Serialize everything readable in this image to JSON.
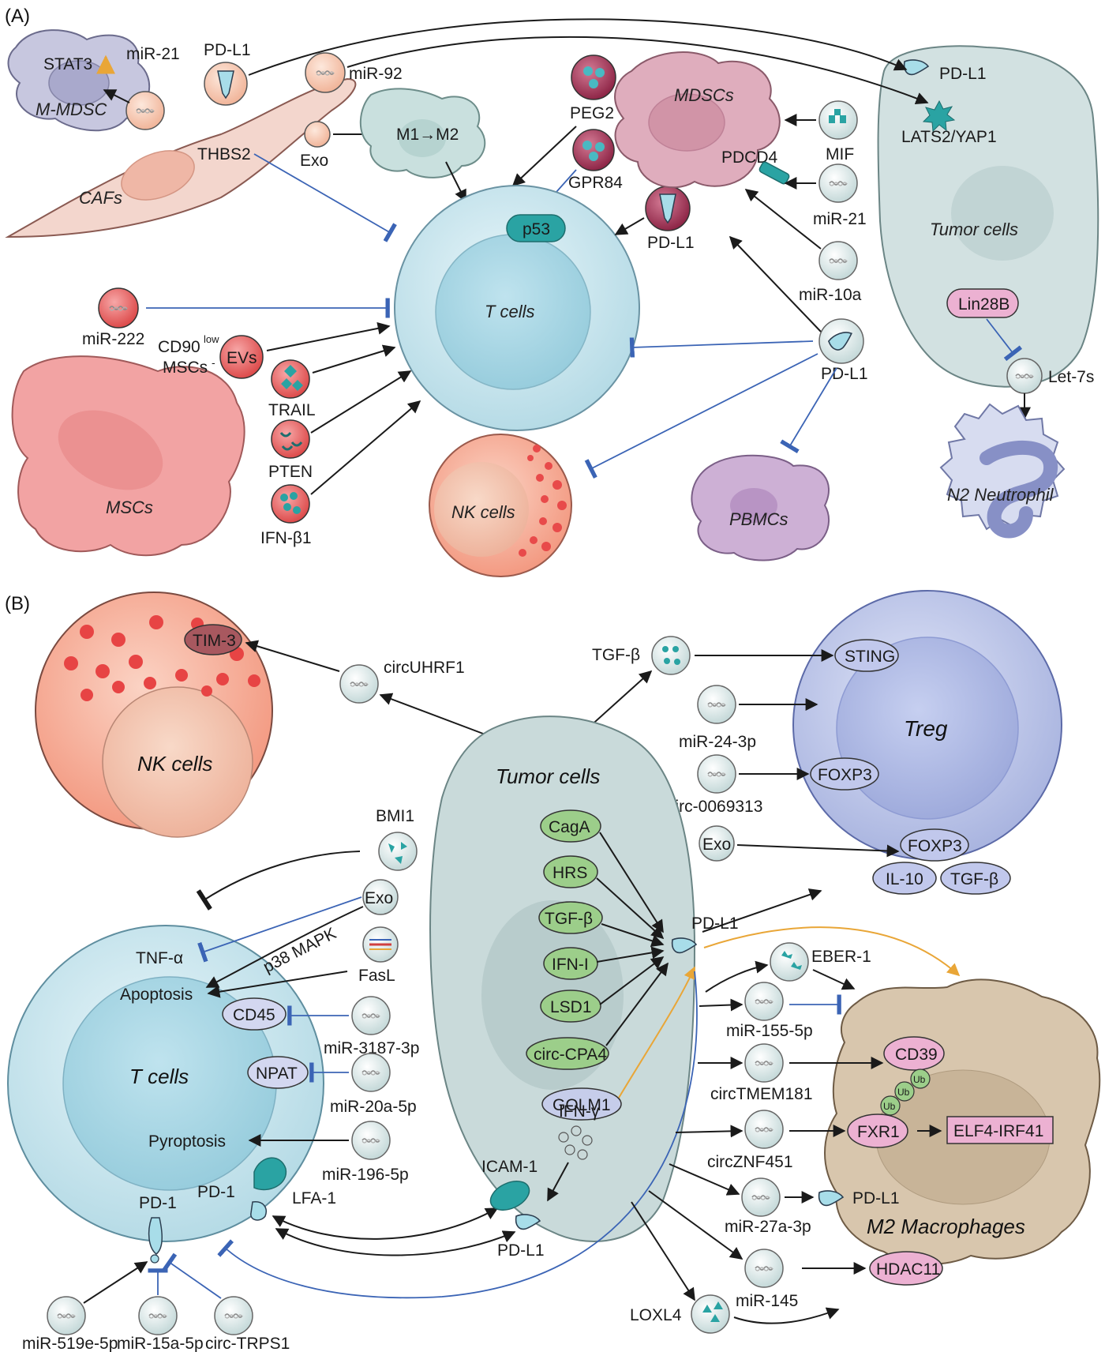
{
  "panels": {
    "a": "(A)",
    "b": "(B)"
  },
  "a": {
    "cells": {
      "mmdsc": "M-MDSC",
      "cafs": "CAFs",
      "mdscs": "MDSCs",
      "tumor": "Tumor cells",
      "tcells": "T cells",
      "mscs": "MSCs",
      "nk": "NK cells",
      "pbmcs": "PBMCs",
      "n2": "N2 Neutrophil"
    },
    "labels": {
      "stat3": "STAT3",
      "mir21_top": "miR-21",
      "pdl1_caf": "PD-L1",
      "mir92": "miR-92",
      "thbs2": "THBS2",
      "exo": "Exo",
      "m1m2": "M1→M2",
      "peg2": "PEG2",
      "gpr84": "GPR84",
      "p53": "p53",
      "pdl1_mid": "PD-L1",
      "pdl1_tumor": "PD-L1",
      "lats2": "LATS2/YAP1",
      "pdcd4": "PDCD4",
      "mif": "MIF",
      "mir21_mdsc": "miR-21",
      "mir10a": "miR-10a",
      "lin28b": "Lin28B",
      "let7s": "Let-7s",
      "pdl1_right": "PD-L1",
      "mir222": "miR-222",
      "cd90": "CD90",
      "cd90_sup": "low",
      "mscs_label": "MSCs",
      "mscs_sup": "-",
      "evs": "EVs",
      "trail": "TRAIL",
      "pten": "PTEN",
      "ifnb1": "IFN-β1"
    }
  },
  "b": {
    "cells": {
      "nk": "NK cells",
      "tumor": "Tumor cells",
      "treg": "Treg",
      "tcells": "T cells",
      "m2": "M2 Macrophages"
    },
    "labels": {
      "tim3": "TIM-3",
      "circuhrf1": "circUHRF1",
      "tgfb_top": "TGF-β",
      "sting": "STING",
      "mir24": "miR-24-3p",
      "circ0069313": "circ-0069313",
      "foxp3_a": "FOXP3",
      "exo_treg": "Exo",
      "foxp3_b": "FOXP3",
      "il10": "IL-10",
      "tgfb_treg": "TGF-β",
      "bmi1": "BMI1",
      "exo_t": "Exo",
      "p38": "p38 MAPK",
      "fasl": "FasL",
      "tnfa": "TNF-α",
      "apoptosis": "Apoptosis",
      "cd45": "CD45",
      "mir3187": "miR-3187-3p",
      "npat": "NPAT",
      "mir20a": "miR-20a-5p",
      "pyroptosis": "Pyroptosis",
      "mir196": "miR-196-5p",
      "pd1_a": "PD-1",
      "pd1_b": "PD-1",
      "lfa1": "LFA-1",
      "icam1": "ICAM-1",
      "pdl1_bottom": "PD-L1",
      "ifng": "IFN-γ",
      "mir519": "miR-519e-5p",
      "mir15a": "miR-15a-5p",
      "circtrps1": "circ-TRPS1",
      "caga": "CagA",
      "hrs": "HRS",
      "tgfb_green": "TGF-β",
      "ifni": "IFN-I",
      "lsd1": "LSD1",
      "circcpa4": "circ-CPA4",
      "golm1": "GOLM1",
      "pdl1_center": "PD-L1",
      "eber1": "EBER-1",
      "mir155": "miR-155-5p",
      "circtmem181": "circTMEM181",
      "cd39": "CD39",
      "circznf451": "circZNF451",
      "fxr1": "FXR1",
      "elf4": "ELF4-IRF41",
      "mir27a": "miR-27a-3p",
      "pdl1_m2": "PD-L1",
      "mir145": "miR-145",
      "hdac11": "HDAC11",
      "loxl4": "LOXL4",
      "ub": "Ub"
    }
  },
  "colors": {
    "arrow": "#1a1a1a",
    "inhibit": "#3b64b5",
    "orange": "#e9a637",
    "teal": "#2aa3a3",
    "tcell": "#c9e6ee",
    "tumor": "#cfdede",
    "mdsc": "#d9a6b6",
    "msc": "#ee9c9c",
    "nk": "#f4a58f",
    "pbmc": "#c8a9cf",
    "treg": "#b9c3e6",
    "m2": "#d8c6ad",
    "green": "#9cce8a",
    "pink": "#ecb1d2"
  },
  "icons": [
    "rna-vesicle-icon",
    "protein-vesicle-icon",
    "pd-l1-receptor-icon",
    "arrow-icon",
    "inhibition-icon"
  ]
}
